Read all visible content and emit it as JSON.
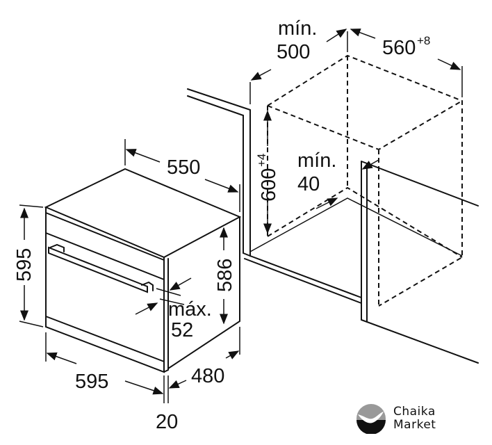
{
  "dimensions": {
    "cabinet_min_depth_label": "mín.",
    "cabinet_min_depth": "500",
    "cabinet_width": "560",
    "cabinet_width_tolerance": "+8",
    "cabinet_height": "600",
    "cabinet_height_tolerance": "+4",
    "min_gap_label": "mín.",
    "min_gap": "40",
    "oven_depth_top": "550",
    "oven_front_height": "595",
    "oven_body_height": "586",
    "handle_projection_label": "máx.",
    "handle_projection": "52",
    "oven_front_width": "595",
    "oven_body_depth": "480",
    "front_panel_thickness": "20"
  },
  "logo": {
    "line1": "Chaika",
    "line2": "Market"
  }
}
